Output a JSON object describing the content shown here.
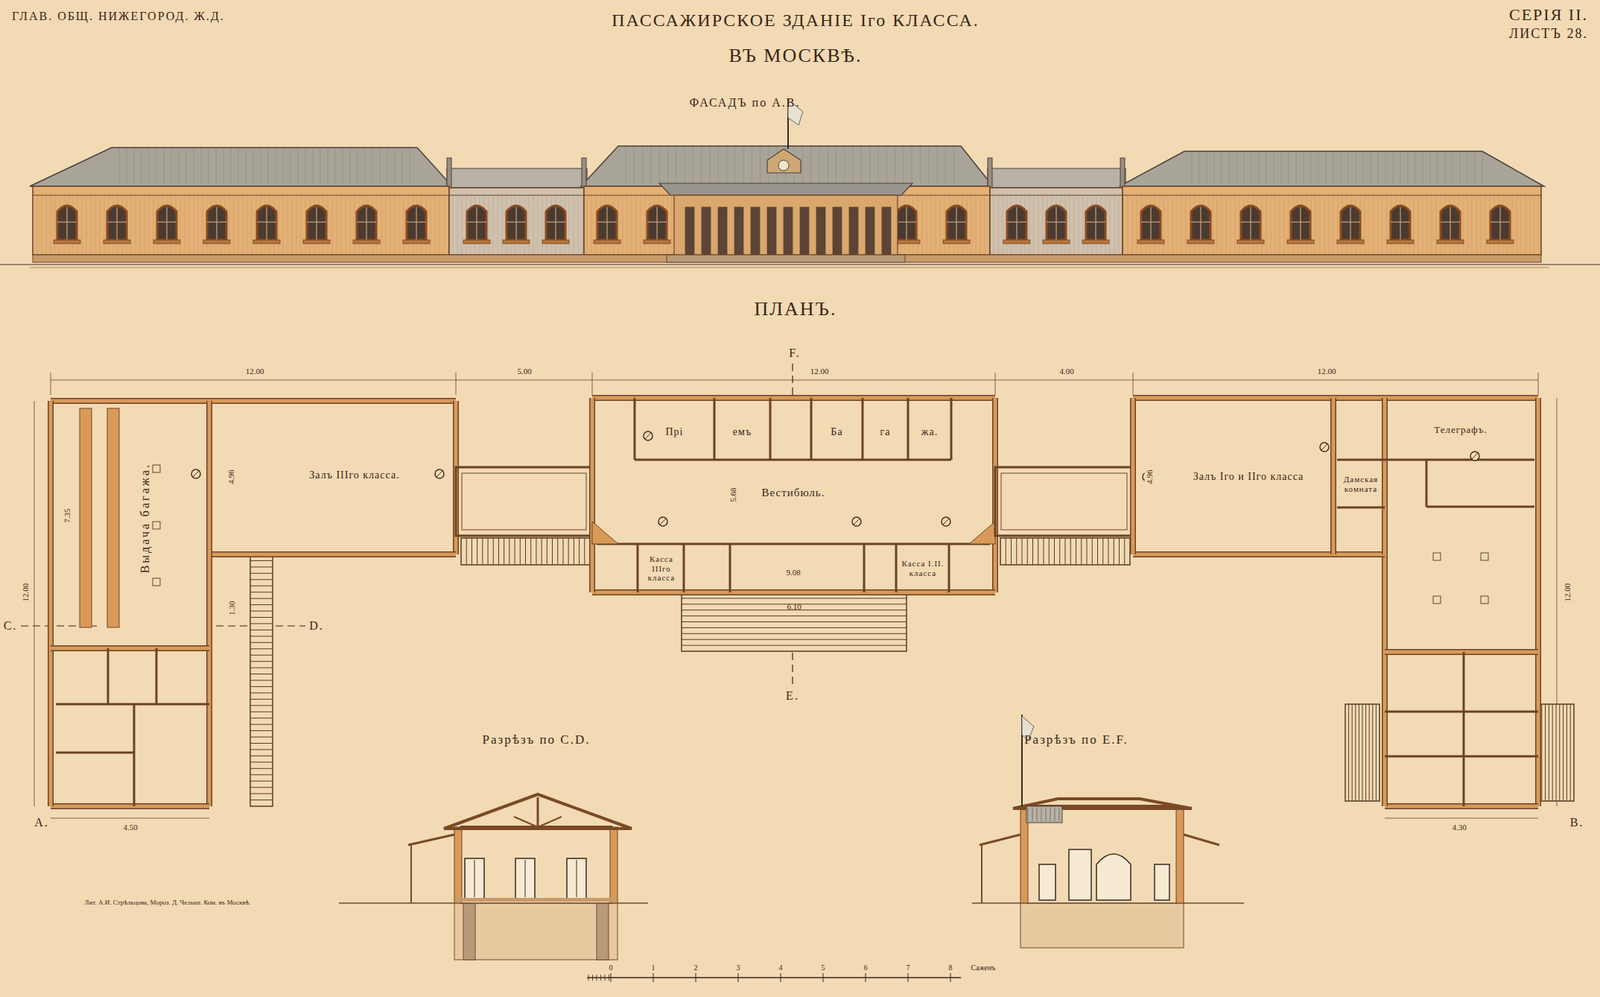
{
  "diagram": {
    "title": "ПАССАЖИРСКОЕ ЗДАНІЕ Iго КЛАССА.",
    "nodes": [
      {
        "text": [
          "Прі"
        ]
      },
      {
        "text": [
          "емъ"
        ]
      },
      {
        "text": [
          "Ба"
        ]
      },
      {
        "text": [
          "га"
        ]
      },
      {
        "text": [
          "жа."
        ]
      },
      {
        "text": [
          "Телеграфъ."
        ]
      },
      {
        "text": [
          "Залъ IIIго класса."
        ]
      },
      {
        "text": [
          "Выдача багажа."
        ]
      },
      {
        "text": [
          "Вестибюль."
        ]
      },
      {
        "text": [
          "Залъ Iго и IIго класса"
        ]
      },
      {
        "text": [
          "Дамская комната"
        ]
      },
      {
        "text": [
          "Касса IIIго класса"
        ]
      },
      {
        "text": [
          "Касса I.II. класса"
        ]
      }
    ],
    "labels": [
      "ГЛАВ. ОБЩ. НИЖЕГОРОД. Ж.Д.",
      "ВЪ МОСКВѢ.",
      "СЕРІЯ II.",
      "ЛИСТЪ 28.",
      "ФАСАДЪ по А.В.",
      "ПЛАНЪ.",
      "F.",
      "12.00",
      "5.00",
      "12.00",
      "4.00",
      "12.00",
      "4.96",
      "4.96",
      "7.35",
      "5.68",
      "9.08",
      "6.10",
      "1.30",
      "12.00",
      "12.00",
      "4.50",
      "4.30",
      "C.",
      "D.",
      "E.",
      "A.",
      "B.",
      "Разрѣзъ по C.D.",
      "Разрѣзъ по E.F.",
      "Лит. А.И. Стрѣльцова, Мороз. Д. Челыш. Ком. въ Москвѣ.",
      "0",
      "1",
      "2",
      "3",
      "4",
      "5",
      "6",
      "7",
      "8",
      "Саженъ"
    ]
  }
}
